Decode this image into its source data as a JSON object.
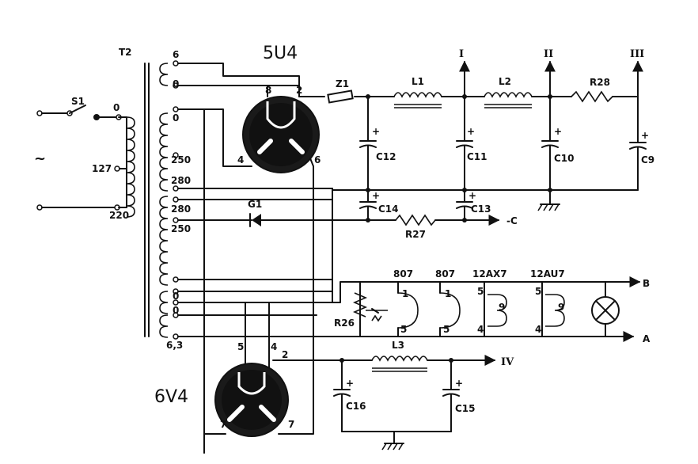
{
  "labels": {
    "t2": "T2",
    "v5u4": "5U4",
    "v6v4": "6V4",
    "s1": "S1",
    "tilde": "~",
    "p_0": "0",
    "p_127": "127",
    "p_220": "220",
    "sec_6a": "6",
    "sec_0a": "0",
    "sec_0b": "0",
    "sec_250a": "250",
    "sec_280a": "280",
    "sec_280b": "280",
    "sec_250b": "250",
    "sec_0c": "0",
    "sec_0d": "0",
    "sec_63": "6,3",
    "pin8": "8",
    "pin2": "2",
    "pin4": "4",
    "pin6": "6",
    "z1": "Z1",
    "l1": "L1",
    "l2": "L2",
    "r28": "R28",
    "out1": "I",
    "out2": "II",
    "out3": "III",
    "c12": "C12",
    "c11": "C11",
    "c10": "C10",
    "c9": "C9",
    "c14": "C14",
    "c13": "C13",
    "g1": "G1",
    "r27": "R27",
    "minus_c": "-C",
    "v807a": "807",
    "v807b": "807",
    "v12ax7": "12AX7",
    "v12au7": "12AU7",
    "p1a": "1",
    "p5a": "5",
    "p1b": "1",
    "p5b": "5",
    "p5c": "5",
    "p4c": "4",
    "p9c": "9",
    "p5d": "5",
    "p4d": "4",
    "p9d": "9",
    "out_b": "B",
    "out_a": "A",
    "r26": "R26",
    "l3": "L3",
    "out4": "IV",
    "v6_5": "5",
    "v6_4": "4",
    "v6_2": "2",
    "v6_7a": "7",
    "v6_7b": "7",
    "c16": "C16",
    "c15": "C15",
    "plus": "+"
  }
}
